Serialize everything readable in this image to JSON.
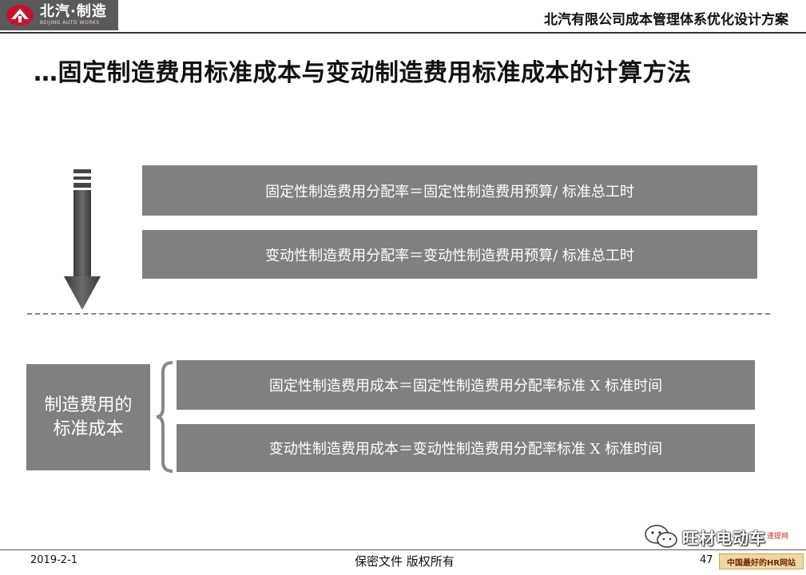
{
  "header": {
    "logo_main": "北汽·制造",
    "logo_sub": "BEIJING AUTO WORKS",
    "title": "北汽有限公司成本管理体系优化设计方案"
  },
  "slide": {
    "title": "…固定制造费用标准成本与变动制造费用标准成本的计算方法",
    "top_boxes": [
      "固定性制造费用分配率＝固定性制造费用预算/ 标准总工时",
      "变动性制造费用分配率＝变动性制造费用预算/ 标准总工时"
    ],
    "side_label_line1": "制造费用的",
    "side_label_line2": "标准成本",
    "bottom_boxes": [
      "固定性制造费用成本＝固定性制造费用分配率标准 X 标准时间",
      "变动性制造费用成本＝变动性制造费用分配率标准 X 标准时间"
    ]
  },
  "footer": {
    "date": "2019-2-1",
    "center": "保密文件 版权所有",
    "page": "47",
    "badge": "中国最好的HR网站"
  },
  "watermark": {
    "text": "旺材电动车",
    "tag": "速提网"
  },
  "colors": {
    "box_gray": "#808080",
    "logo_bg": "#5a5a5a",
    "logo_red": "#c8102e"
  }
}
